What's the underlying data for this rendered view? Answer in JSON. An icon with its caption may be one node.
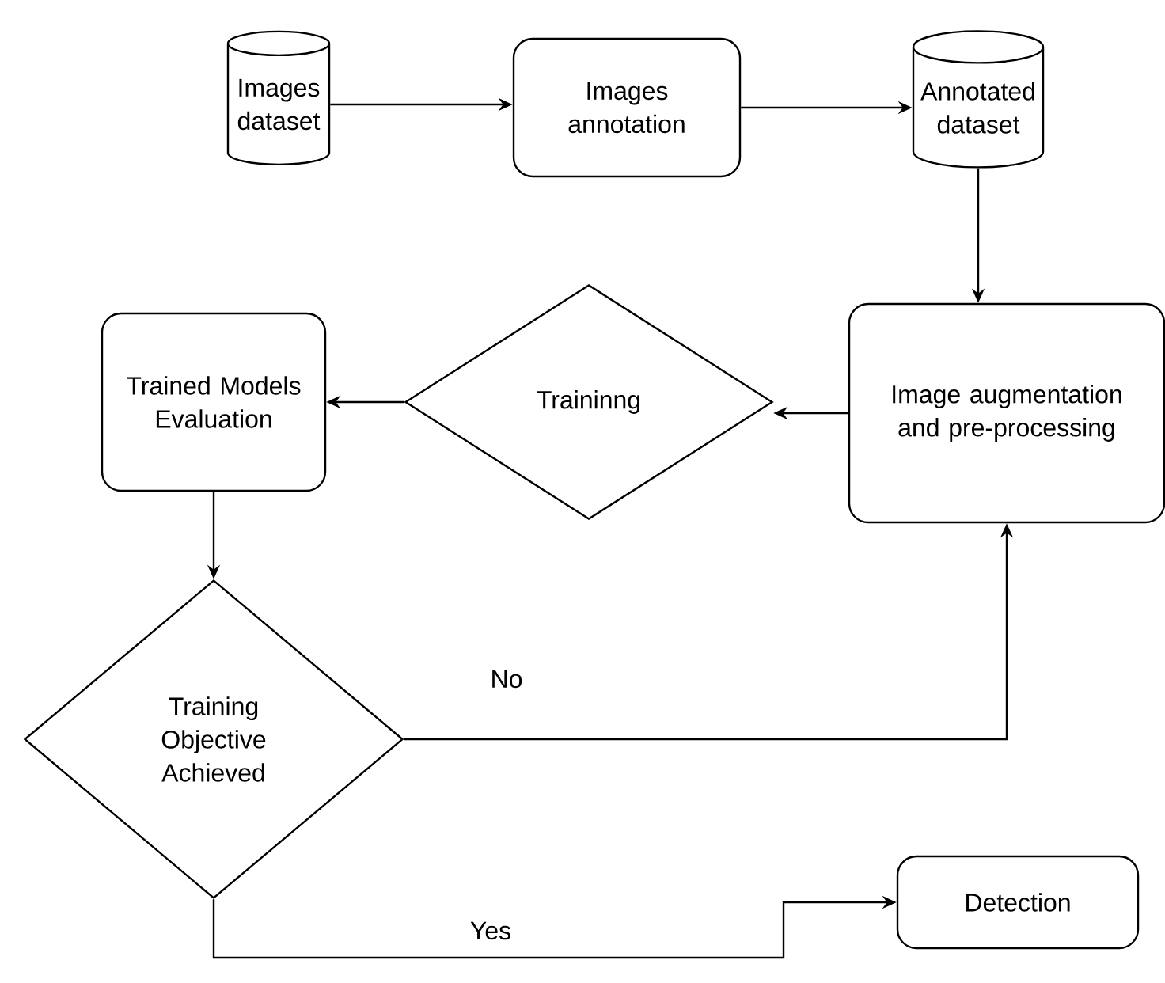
{
  "diagram": {
    "nodes": [
      {
        "text": [
          "Images dataset"
        ]
      },
      {
        "text": [
          "Images annotation"
        ]
      },
      {
        "text": [
          "Annotated dataset"
        ]
      },
      {
        "text": [
          "Image augmentation and pre-processing"
        ]
      },
      {
        "text": [
          "Traininng"
        ]
      },
      {
        "text": [
          "Trained Models Evaluation"
        ]
      },
      {
        "text": [
          "Training Objective Achieved"
        ]
      },
      {
        "text": [
          "Detection"
        ]
      }
    ],
    "edges": [
      {
        "from": 0,
        "to": 1,
        "arrow": "to"
      },
      {
        "from": 1,
        "to": 2,
        "arrow": "to"
      },
      {
        "from": 2,
        "to": 3,
        "arrow": "to"
      },
      {
        "from": 3,
        "to": 4,
        "arrow": "to"
      },
      {
        "from": 4,
        "to": 5,
        "arrow": "to"
      },
      {
        "from": 5,
        "to": 6,
        "arrow": "to"
      },
      {
        "from": 6,
        "to": 3,
        "arrow": "to",
        "label": "No"
      },
      {
        "from": 6,
        "to": 7,
        "arrow": "to",
        "label": "Yes"
      }
    ]
  }
}
